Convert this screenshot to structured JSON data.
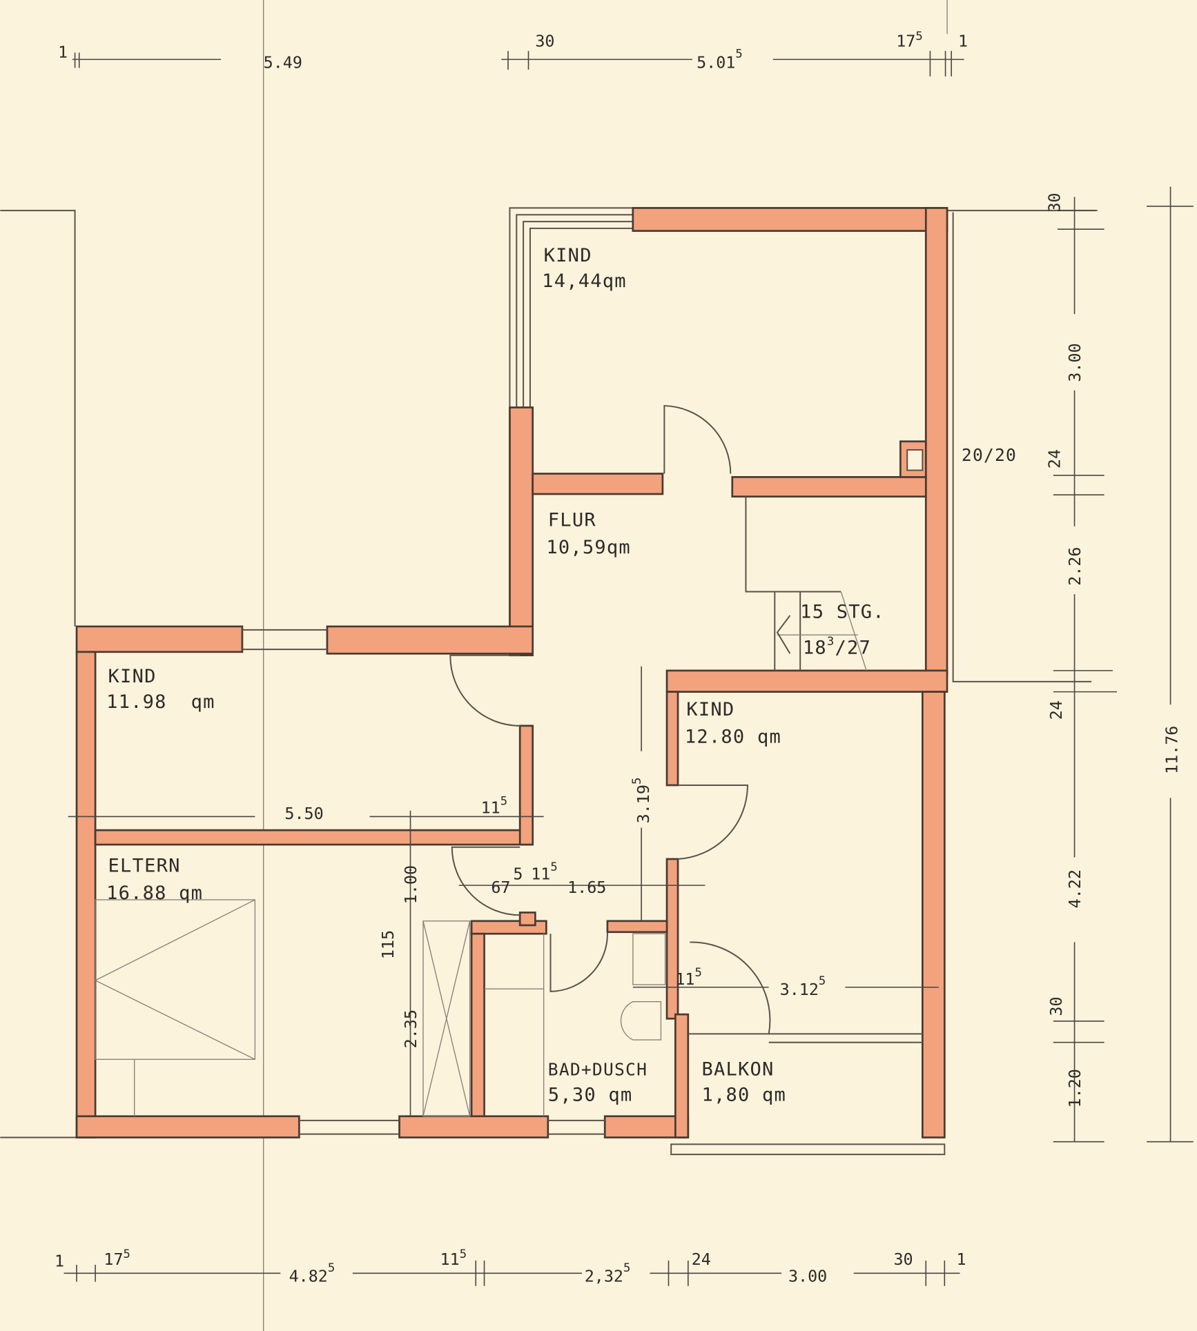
{
  "colors": {
    "paper": "#fbf3dc",
    "wall_fill": "#f3a27e",
    "ink": "#2e2a28"
  },
  "rooms": {
    "kind_top": {
      "name": "KIND",
      "area": "14,44qm"
    },
    "flur": {
      "name": "FLUR",
      "area": "10,59qm"
    },
    "stair": {
      "steps": "15 STG.",
      "ratio_base": "18",
      "ratio_sup": "3",
      "ratio_rest": "/27"
    },
    "kind_left": {
      "name": "KIND",
      "area": "11.98  qm"
    },
    "kind_right": {
      "name": "KIND",
      "area": "12.80 qm"
    },
    "eltern": {
      "name": "ELTERN",
      "area": "16.88 qm"
    },
    "bad": {
      "name": "BAD+DUSCH",
      "area": "5,30 qm"
    },
    "balkon": {
      "name": "BALKON",
      "area": "1,80 qm"
    },
    "chimney": "20/20"
  },
  "dimensions": {
    "top": {
      "d1": "1",
      "d2": "5.49",
      "d3": "30",
      "d4": "5.01",
      "d4_sup": "5",
      "d5": "17",
      "d5_sup": "5",
      "d6": "1"
    },
    "bottom": {
      "d1": "1",
      "d2": "17",
      "d2_sup": "5",
      "d3": "4.82",
      "d3_sup": "5",
      "d4": "11",
      "d4_sup": "5",
      "d5": "2,32",
      "d5_sup": "5",
      "d6": "24",
      "d7": "3.00",
      "d8": "30",
      "d9": "1"
    },
    "right": {
      "d1": "30",
      "d2": "3.00",
      "d3": "24",
      "d4": "2.26",
      "d5": "24",
      "d6": "4.22",
      "d7": "30",
      "d8": "1.20",
      "total": "11.76"
    },
    "interior": {
      "kind_width": "5.50",
      "wall_a": "11",
      "wall_a_sup": "5",
      "flur_len": "3.19",
      "flur_len_sup": "5",
      "h100": "1.00",
      "d67": "67",
      "d5": "5",
      "wall_b": "11",
      "wall_b_sup": "5",
      "d165": "1.65",
      "h115": "115",
      "h235": "2.35",
      "wall_c": "11",
      "wall_c_sup": "5",
      "balkon_w": "3.12",
      "balkon_w_sup": "5"
    }
  }
}
